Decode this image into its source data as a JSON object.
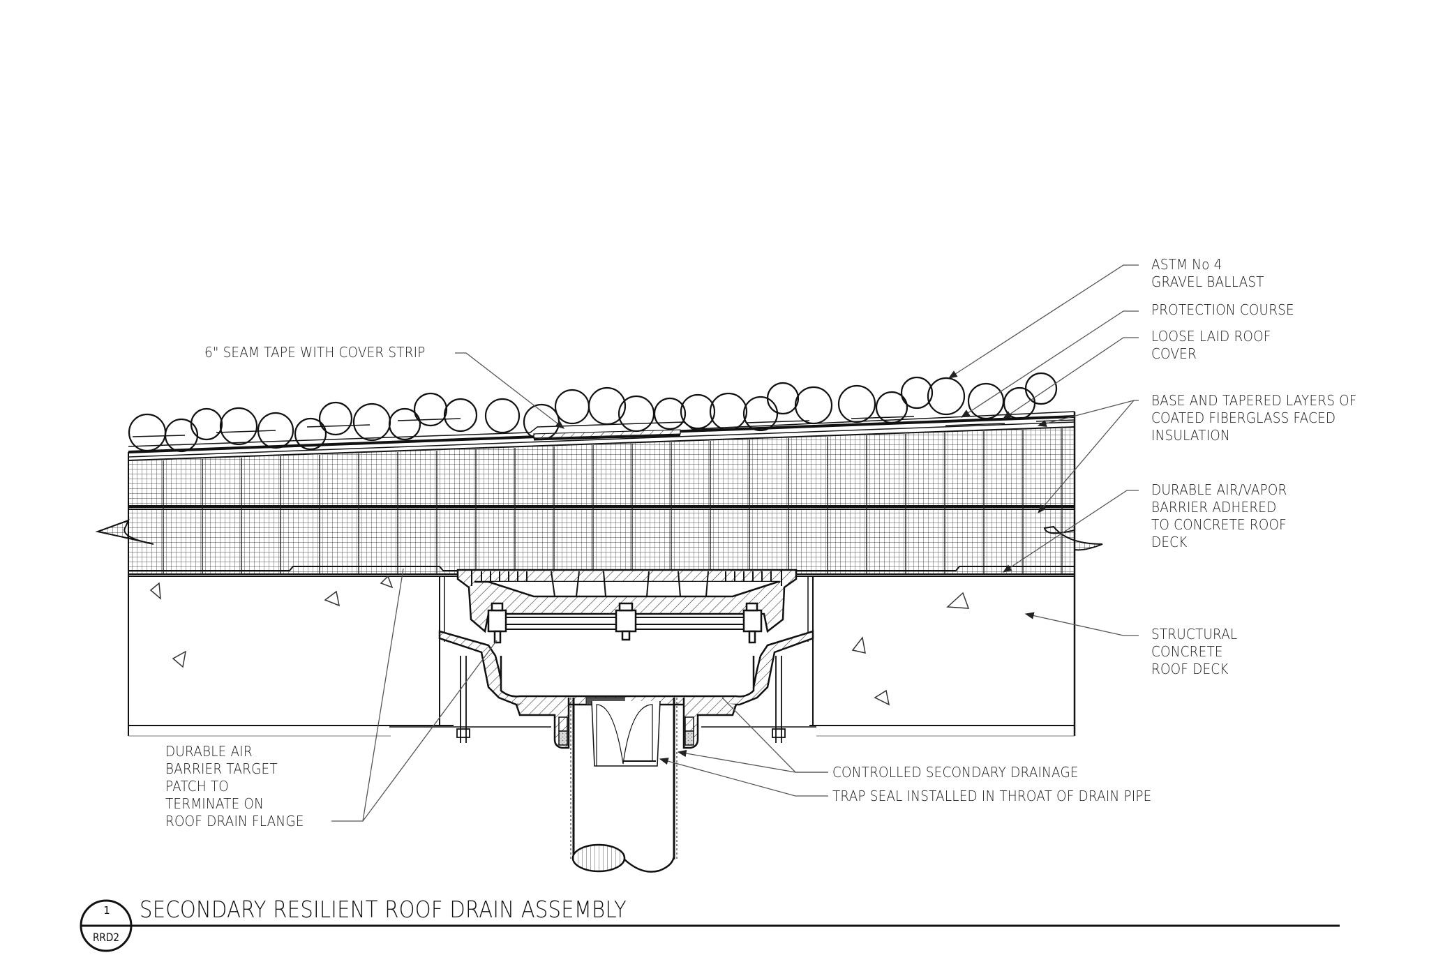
{
  "drawing": {
    "title": "SECONDARY RESILIENT ROOF DRAIN ASSEMBLY",
    "detail_number": "1",
    "sheet_reference": "RRD2"
  },
  "callouts": {
    "gravel_ballast": "ASTM No 4\nGRAVEL BALLAST",
    "protection_course": "PROTECTION COURSE",
    "roof_cover": "LOOSE LAID ROOF\nCOVER",
    "insulation": "BASE AND TAPERED LAYERS OF\nCOATED FIBERGLASS FACED\nINSULATION",
    "vapor_barrier": "DURABLE AIR/VAPOR\nBARRIER ADHERED\nTO CONCRETE ROOF\nDECK",
    "concrete_deck": "STRUCTURAL\nCONCRETE\nROOF DECK",
    "seam_tape": "6\" SEAM TAPE WITH COVER STRIP",
    "target_patch": "DURABLE AIR\nBARRIER TARGET\nPATCH TO\nTERMINATE ON\nROOF DRAIN FLANGE",
    "secondary_drainage": "CONTROLLED SECONDARY DRAINAGE",
    "trap_seal": "TRAP SEAL INSTALLED IN THROAT OF DRAIN PIPE"
  },
  "colors": {
    "line": "#111111",
    "leader": "#555555",
    "hatch": "#333333",
    "background": "#ffffff"
  }
}
